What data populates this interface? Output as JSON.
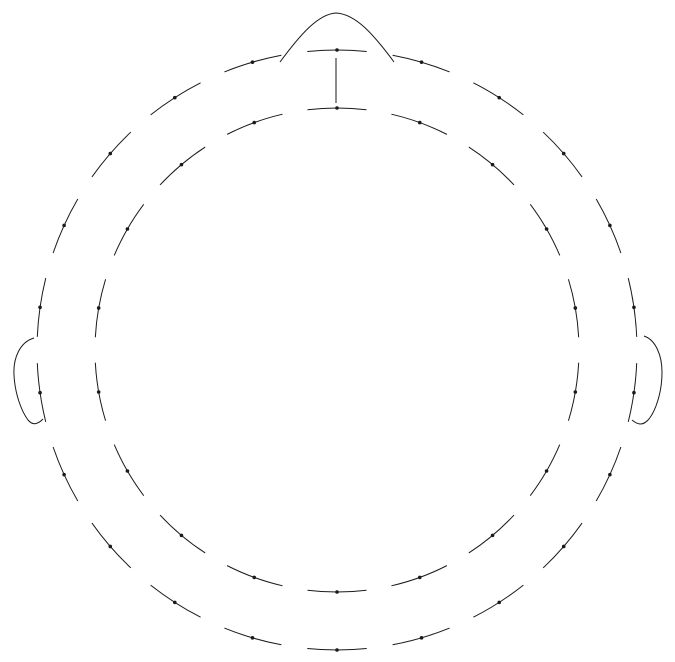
{
  "diagram": {
    "type": "electrode-montage-head-outline",
    "outer_ring": {
      "segments": 22,
      "electrodes": 22
    },
    "inner_ring": {
      "segments": 18,
      "electrodes": 18
    },
    "features": [
      "nose",
      "left-ear",
      "right-ear",
      "midline-marker"
    ],
    "colors": {
      "line": "#1a1a1a",
      "background": "#ffffff"
    }
  }
}
